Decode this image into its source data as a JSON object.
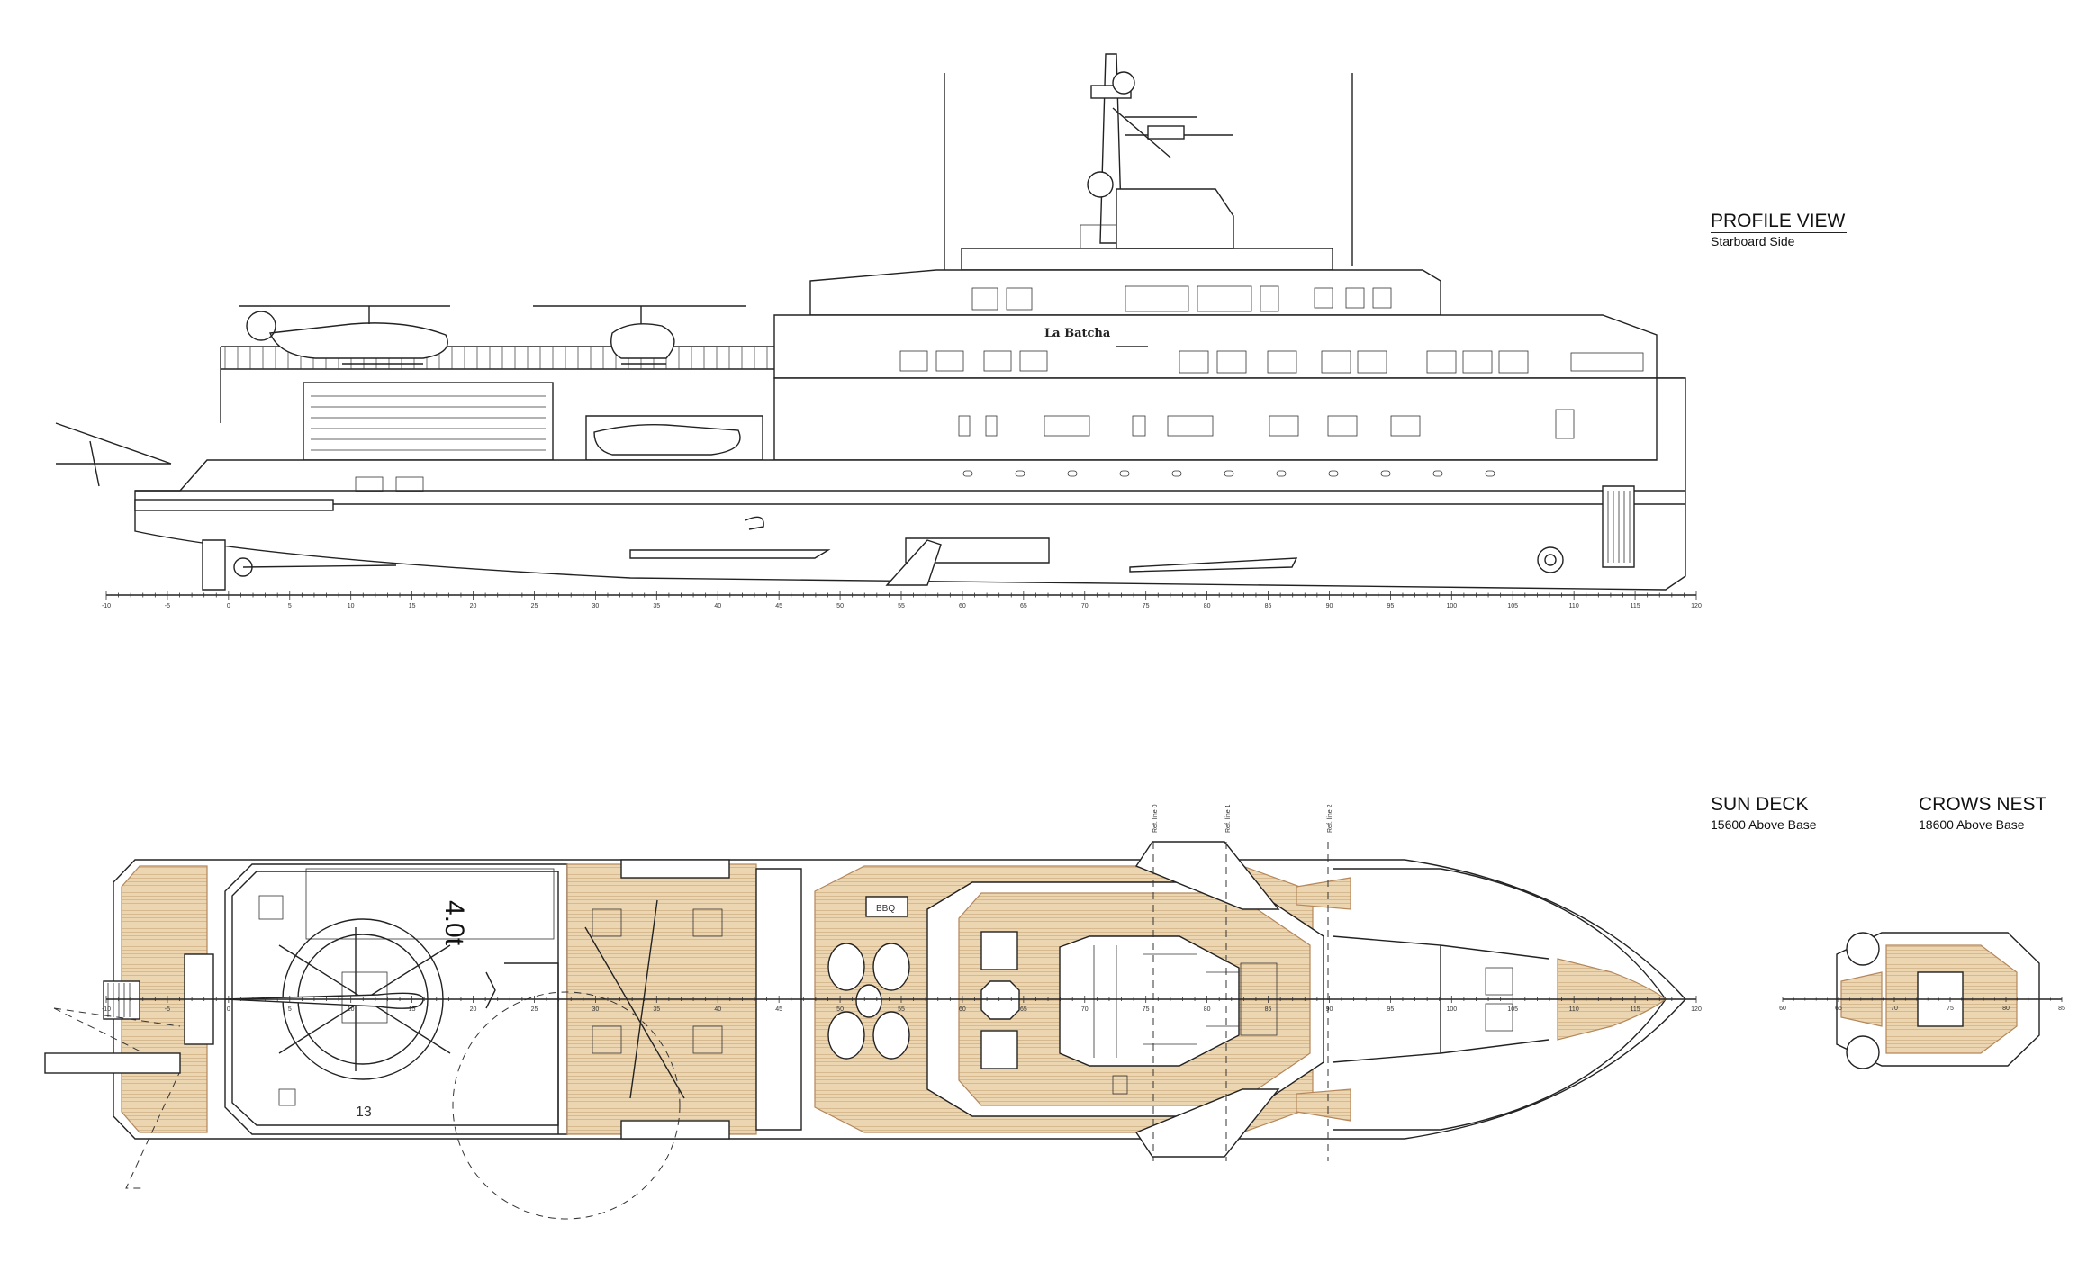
{
  "profile_view": {
    "title": "PROFILE VIEW",
    "subtitle": "Starboard Side",
    "ship_name": "La Batcha",
    "scale": {
      "min": -10,
      "max": 120,
      "label_step": 5
    }
  },
  "sun_deck": {
    "title": "SUN DECK",
    "subtitle": "15600 Above Base",
    "helideck_load": "4.0t",
    "helideck_marking": "13",
    "bbq_label": "BBQ",
    "ref_lines": [
      "Ref. line 0",
      "Ref. line 1",
      "Ref. line 2"
    ],
    "scale": {
      "min": -10,
      "max": 120,
      "label_step": 5
    }
  },
  "crows_nest": {
    "title": "CROWS NEST",
    "subtitle": "18600 Above Base",
    "scale": {
      "min": 60,
      "max": 85,
      "label_step": 5
    }
  },
  "colors": {
    "teak": "#ead3ae",
    "teak_edge": "#b5875a",
    "line": "#222222"
  }
}
